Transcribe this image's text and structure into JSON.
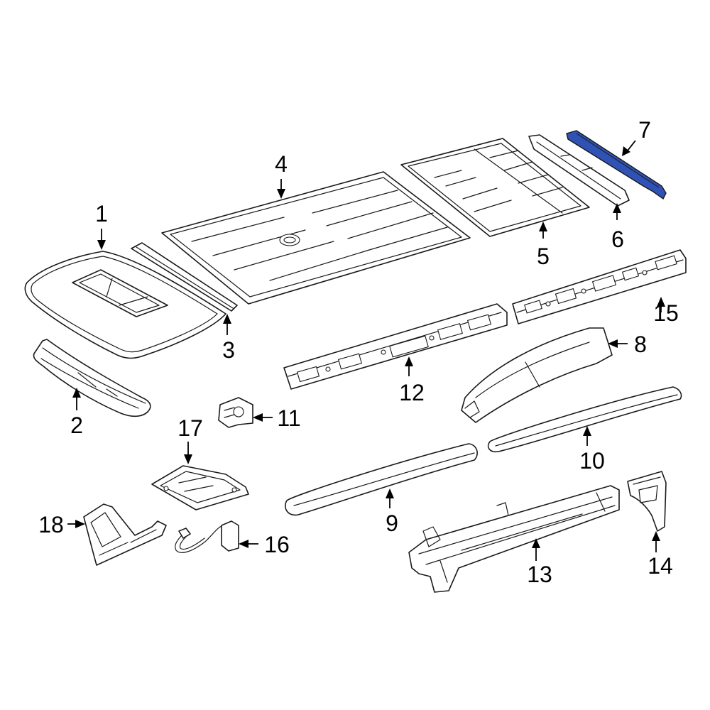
{
  "diagram": {
    "highlight_color": "#2f52b4",
    "line_color": "#1a1a1a",
    "highlighted_part": "7",
    "callouts": [
      {
        "id": "1",
        "label": "1"
      },
      {
        "id": "2",
        "label": "2"
      },
      {
        "id": "3",
        "label": "3"
      },
      {
        "id": "4",
        "label": "4"
      },
      {
        "id": "5",
        "label": "5"
      },
      {
        "id": "6",
        "label": "6"
      },
      {
        "id": "7",
        "label": "7"
      },
      {
        "id": "8",
        "label": "8"
      },
      {
        "id": "9",
        "label": "9"
      },
      {
        "id": "10",
        "label": "10"
      },
      {
        "id": "11",
        "label": "11"
      },
      {
        "id": "12",
        "label": "12"
      },
      {
        "id": "13",
        "label": "13"
      },
      {
        "id": "14",
        "label": "14"
      },
      {
        "id": "15",
        "label": "15"
      },
      {
        "id": "16",
        "label": "16"
      },
      {
        "id": "17",
        "label": "17"
      },
      {
        "id": "18",
        "label": "18"
      }
    ]
  }
}
